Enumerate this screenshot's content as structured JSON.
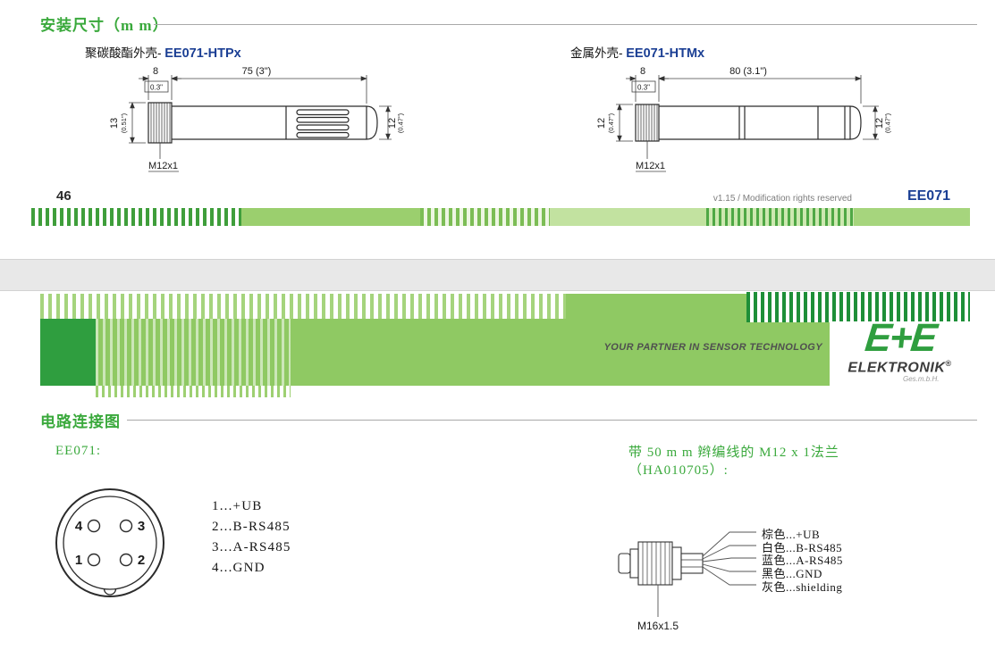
{
  "colors": {
    "accent_green": "#3aa93c",
    "model_navy": "#1b3f94",
    "band_green": "#8fc963",
    "dark_green": "#2f9e3f"
  },
  "page1": {
    "section_title": "安装尺寸（m m）",
    "drawings": [
      {
        "title_prefix": "聚碳酸酯外壳- ",
        "model": "EE071-HTPx",
        "dim_small": "8",
        "dim_small_inch": "0.3\"",
        "dim_length": "75 (3\")",
        "dim_left": "13",
        "dim_left_inch": "(0.51\")",
        "dim_right": "12",
        "dim_right_inch": "(0.47\")",
        "thread": "M12x1"
      },
      {
        "title_prefix": "金属外壳- ",
        "model": "EE071-HTMx",
        "dim_small": "8",
        "dim_small_inch": "0.3\"",
        "dim_length": "80 (3.1\")",
        "dim_left": "12",
        "dim_left_inch": "(0.47\")",
        "dim_right": "12",
        "dim_right_inch": "(0.47\")",
        "thread": "M12x1"
      }
    ],
    "footer": {
      "page_number": "46",
      "version": "v1.15 / Modification rights reserved",
      "doc_code": "EE071"
    }
  },
  "page2": {
    "banner": {
      "tagline": "YOUR PARTNER IN SENSOR TECHNOLOGY",
      "logo_main": "E+E",
      "logo_sub": "ELEKTRONIK",
      "logo_reg": "®",
      "logo_company": "Ges.m.b.H."
    },
    "section_title": "电路连接图",
    "connector": {
      "label": "EE071:",
      "pin_numbers": {
        "tl": "4",
        "tr": "3",
        "bl": "1",
        "br": "2"
      },
      "assignments": [
        "1...+UB",
        "2...B-RS485",
        "3...A-RS485",
        "4...GND"
      ]
    },
    "flange": {
      "title_line1": "带 50 m m 辫编线的 M12 x 1法兰",
      "title_line2": "（HA010705）:",
      "wires": [
        "棕色...+UB",
        "白色...B-RS485",
        "蓝色...A-RS485",
        "黑色...GND",
        "灰色...shielding"
      ],
      "thread": "M16x1.5"
    }
  }
}
